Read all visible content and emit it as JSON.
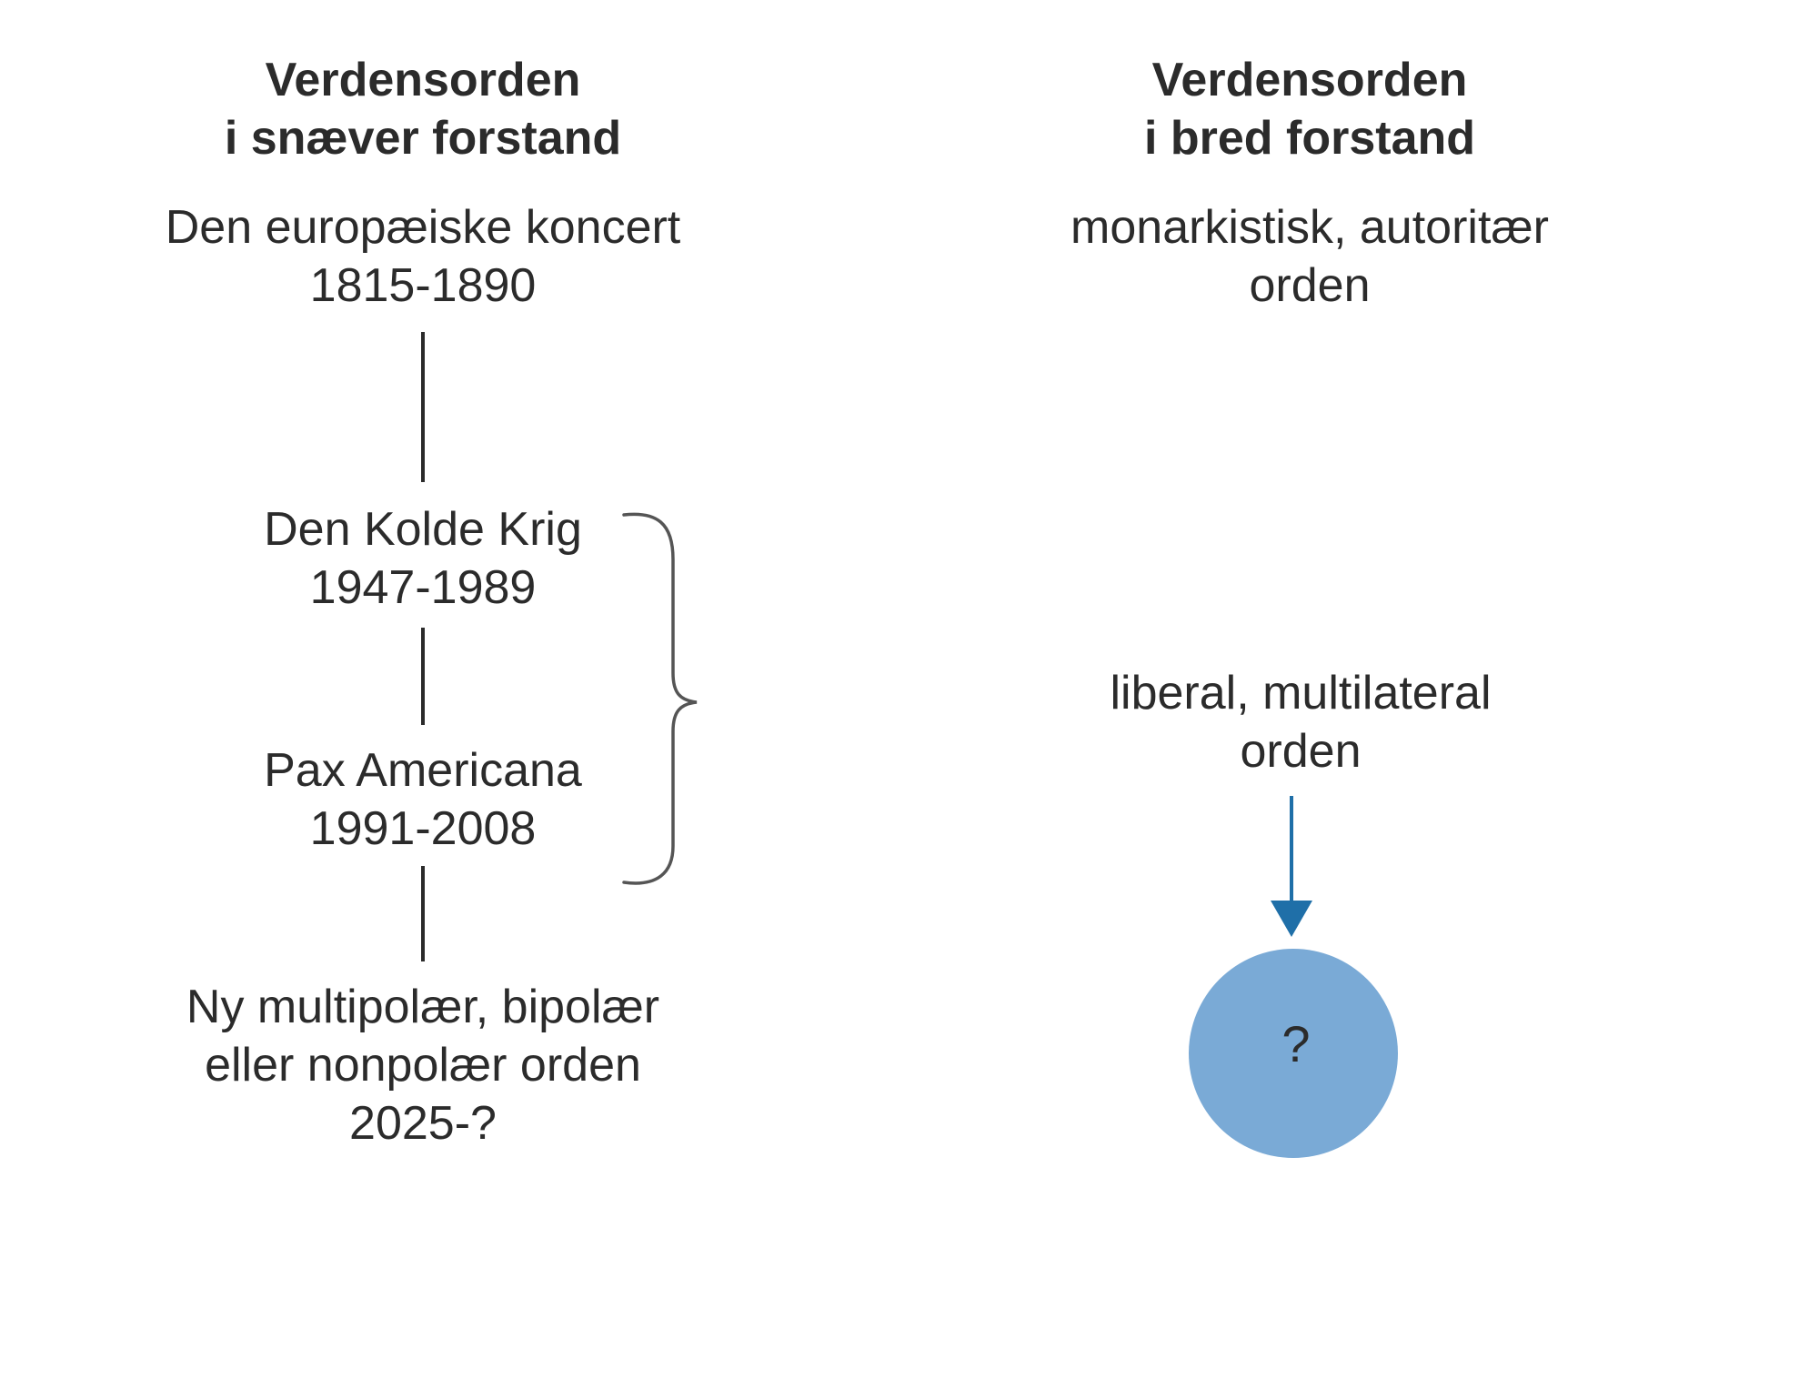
{
  "left_column": {
    "heading": [
      "Verdensorden",
      "i snæver forstand"
    ],
    "nodes": [
      {
        "name": "Den europæiske koncert",
        "period": "1815-1890"
      },
      {
        "name": "Den Kolde Krig",
        "period": "1947-1989"
      },
      {
        "name": "Pax Americana",
        "period": "1991-2008"
      },
      {
        "name_lines": [
          "Ny multipolær, bipolær",
          "eller nonpolær orden"
        ],
        "period": "2025-?"
      }
    ]
  },
  "right_column": {
    "heading": [
      "Verdensorden",
      "i bred forstand"
    ],
    "nodes": [
      {
        "lines": [
          "monarkistisk, autoritær",
          "orden"
        ]
      },
      {
        "lines": [
          "liberal, multilateral",
          "orden"
        ]
      }
    ],
    "circle_label": "?"
  },
  "colors": {
    "text": "#2b2b2b",
    "connector_line": "#2b2b2b",
    "brace": "#555555",
    "arrow": "#1f6fa8",
    "circle_fill": "#7aaad6"
  }
}
